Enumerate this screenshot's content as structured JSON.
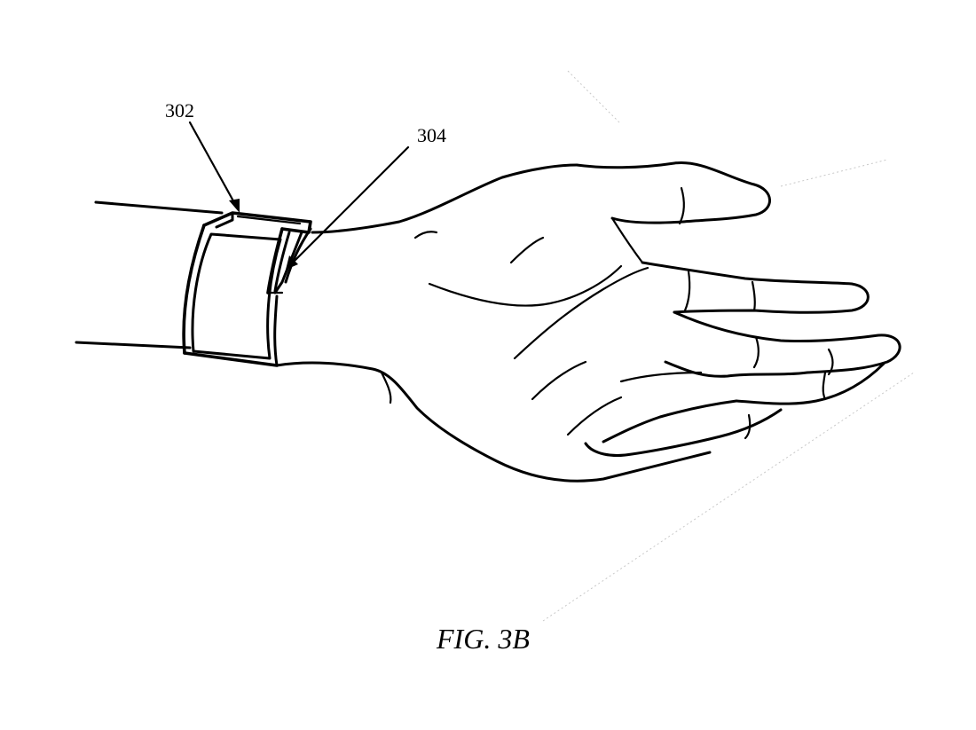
{
  "figure": {
    "caption": "FIG. 3B",
    "reference_labels": {
      "band": "302",
      "band_clasp": "304"
    }
  },
  "colors": {
    "ink": "#000000",
    "background": "#ffffff"
  }
}
